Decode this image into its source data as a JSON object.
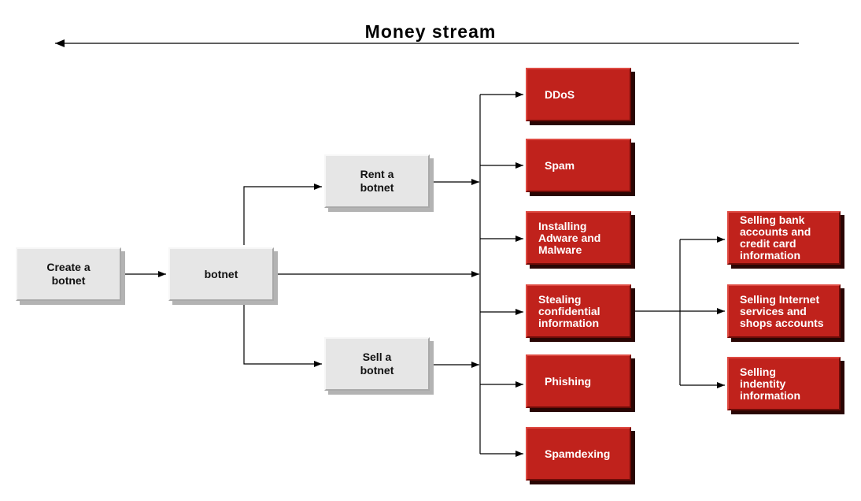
{
  "title": "Money stream",
  "nodes": {
    "create": "Create a\nbotnet",
    "botnet": "botnet",
    "rent": "Rent a\nbotnet",
    "sell": "Sell a\nbotnet",
    "ddos": "DDoS",
    "spam": "Spam",
    "adware": "Installing\nAdware and\nMalware",
    "stealing": "Stealing\nconfidential\ninformation",
    "phishing": "Phishing",
    "spamdexing": "Spamdexing",
    "bank": "Selling bank\naccounts and\ncredit card\ninformation",
    "internet": "Selling Internet\nservices and\nshops accounts",
    "identity": "Selling\nindentity\ninformation"
  },
  "colors": {
    "node_gray": "#e6e6e6",
    "node_red": "#c0221c",
    "text_on_red": "#ffffff",
    "connector": "#000000"
  }
}
